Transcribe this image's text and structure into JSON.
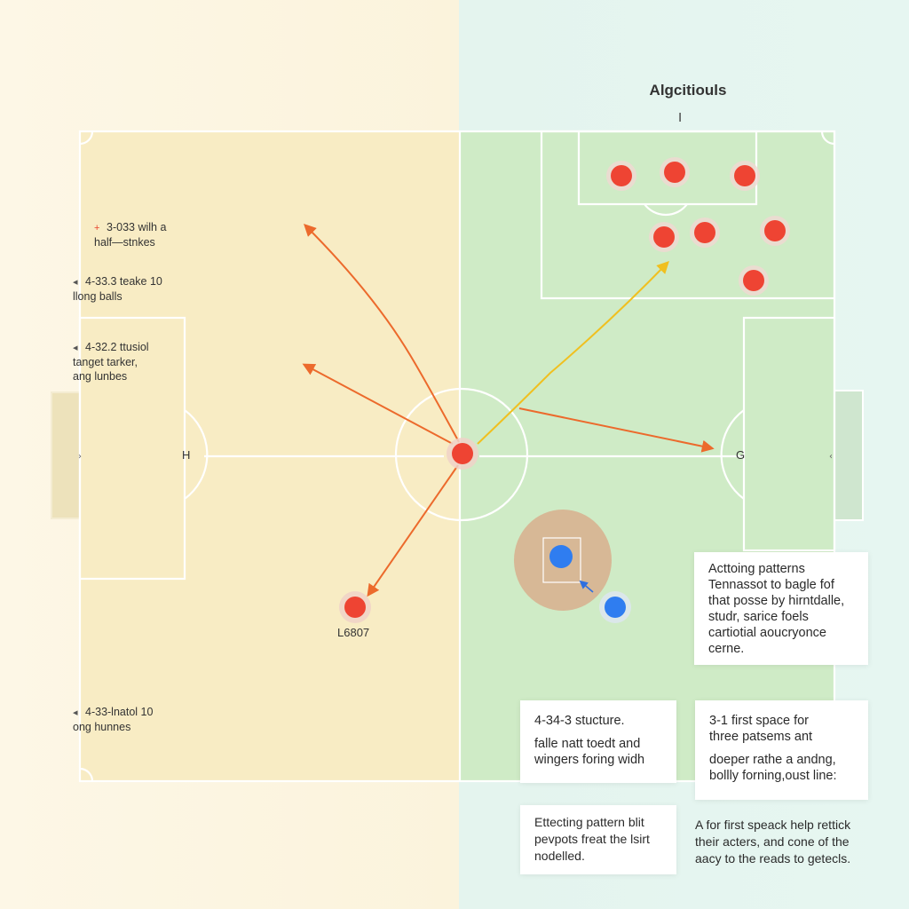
{
  "header": {
    "title": "Algcitiouls",
    "mark": "I"
  },
  "left_notes": [
    {
      "marker": "red-plus-icon",
      "text": "3-033 wilh a\nhalf—stnkes"
    },
    {
      "marker": "arrow-left-icon",
      "text": "4-33.3 teake 10\nllong balls"
    },
    {
      "marker": "arrow-left-icon",
      "text": "4-32.2 ttusiol\ntanget tarker,\nang lunbes"
    },
    {
      "marker": "arrow-left-icon",
      "text": "4-33-lnatol 10\nong hunnes"
    }
  ],
  "pitch_letters": {
    "left_goal": "H",
    "right_goal": "G"
  },
  "player_label": "L6807",
  "cards": {
    "attacking": {
      "lines": "Acttoing patterns\nTennassot to bagle fof\nthat posse by hirntdalle,\nstudr, sarice foels\ncartiotial aoucryonce\ncerne."
    },
    "structure": {
      "heading": "4-34-3 stucture.",
      "body": "falle natt toedt and\nwingers foring widh"
    },
    "space": {
      "heading": "3-1 first space for\nthree patsems ant",
      "body": "doeper rathe a andng,\nbollly forning,oust line:"
    },
    "effecting": {
      "body": "Ettecting pattern blit\npevpots freat the lsirt\nnodelled."
    },
    "first_speak": {
      "body": "A for first speack help rettick\ntheir acters, and cone of the\naacy to the reads to getecls."
    }
  },
  "colors": {
    "left_pitch": "#f8ecc4",
    "right_pitch": "#cfebc6",
    "pitch_line": "#ffffff",
    "player_red": "#ee4433",
    "player_blue": "#2f7df0",
    "arrow_orange": "#ec6a2c",
    "arrow_yellow": "#f0c020",
    "zone_brown": "#d7b594"
  }
}
